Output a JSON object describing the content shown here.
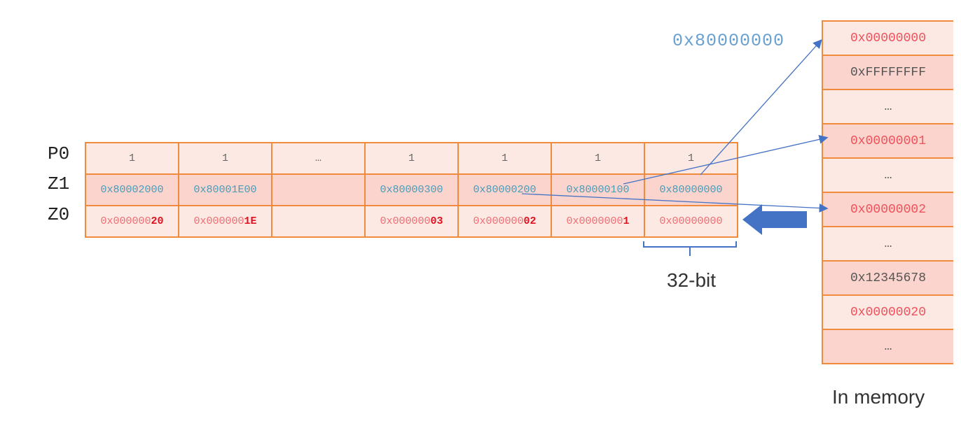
{
  "row_labels": [
    "P0",
    "Z1",
    "Z0"
  ],
  "table": {
    "p0": [
      "1",
      "1",
      "…",
      "1",
      "1",
      "1",
      "1"
    ],
    "z1": [
      "0x80002000",
      "0x80001E00",
      "",
      "0x80000300",
      "0x80000200",
      "0x80000100",
      "0x80000000"
    ],
    "z0": [
      {
        "prefix": "0x000000",
        "suffix": "20"
      },
      {
        "prefix": "0x000000",
        "suffix": "1E"
      },
      {
        "prefix": "",
        "suffix": ""
      },
      {
        "prefix": "0x000000",
        "suffix": "03"
      },
      {
        "prefix": "0x000000",
        "suffix": "02"
      },
      {
        "prefix": "0x0000000",
        "suffix": "1"
      },
      {
        "prefix": "0x00000000",
        "suffix": ""
      }
    ]
  },
  "memory": [
    "0x00000000",
    "0xFFFFFFFF",
    "…",
    "0x00000001",
    "…",
    "0x00000002",
    "…",
    "0x12345678",
    "0x00000020",
    "…"
  ],
  "base_address": "0x80000000",
  "width_label": "32-bit",
  "memory_label": "In memory",
  "colors": {
    "arrow": "#4472c4",
    "border": "#f08a3c"
  }
}
